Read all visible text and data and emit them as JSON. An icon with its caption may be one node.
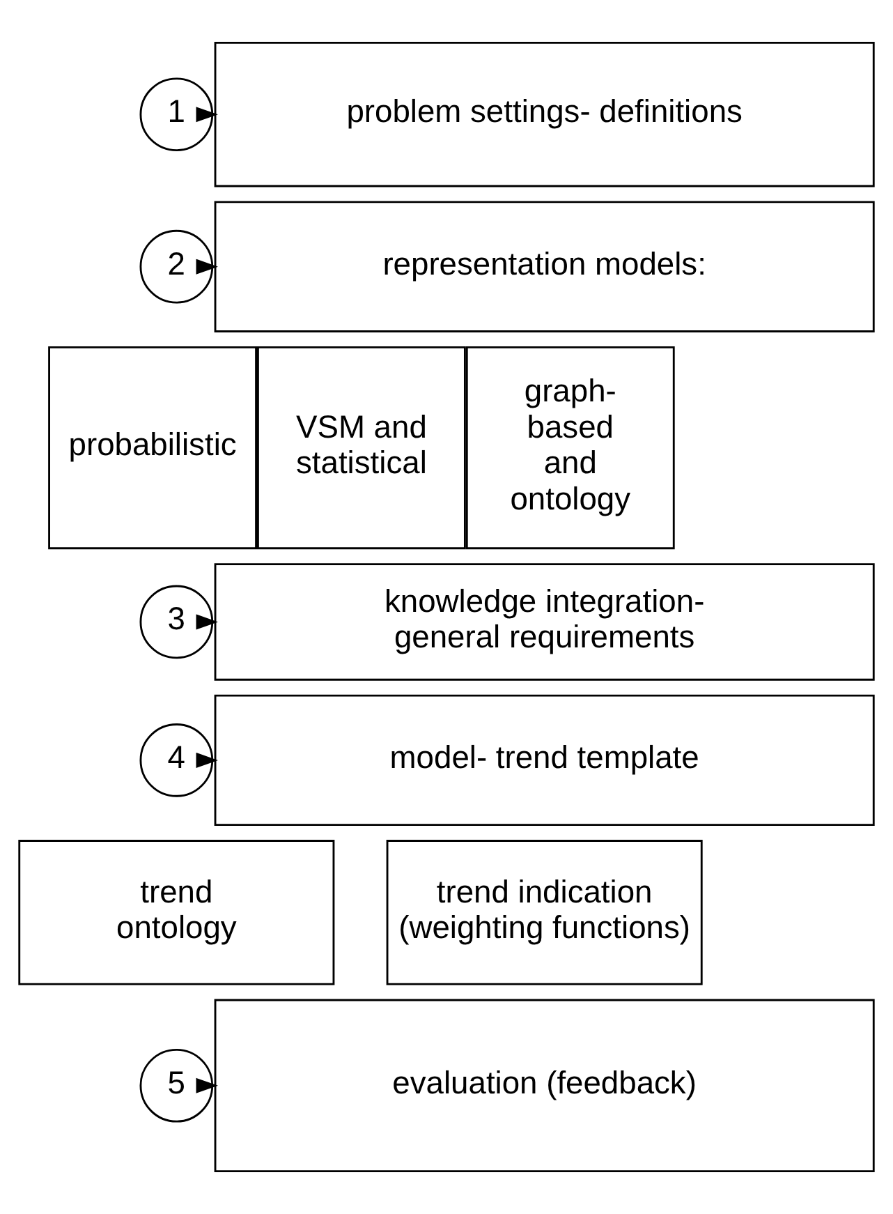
{
  "diagram": {
    "nodes": [
      {
        "text": [
          "1"
        ]
      },
      {
        "text": [
          "problem settings- definitions"
        ]
      },
      {
        "text": [
          "2"
        ]
      },
      {
        "text": [
          "representation models:"
        ]
      },
      {
        "text": [
          "probabilistic"
        ]
      },
      {
        "text": [
          "VSM and statistical"
        ]
      },
      {
        "text": [
          "graph- based and ontology"
        ]
      },
      {
        "text": [
          "3"
        ]
      },
      {
        "text": [
          "knowledge integration- general requirements"
        ]
      },
      {
        "text": [
          "4"
        ]
      },
      {
        "text": [
          "model- trend template"
        ]
      },
      {
        "text": [
          "trend ontology"
        ]
      },
      {
        "text": [
          "trend indication (weighting functions)"
        ]
      },
      {
        "text": [
          "5"
        ]
      },
      {
        "text": [
          "evaluation (feedback)"
        ]
      }
    ],
    "edges": [
      {
        "from": 0,
        "to": 1,
        "arrow": "to"
      },
      {
        "from": 2,
        "to": 3,
        "arrow": "to"
      },
      {
        "from": 7,
        "to": 8,
        "arrow": "to"
      },
      {
        "from": 9,
        "to": 10,
        "arrow": "to"
      },
      {
        "from": 13,
        "to": 14,
        "arrow": "to"
      }
    ]
  }
}
